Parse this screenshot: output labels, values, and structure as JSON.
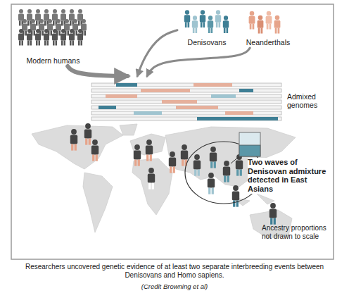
{
  "diagram": {
    "caption": "Researchers uncovered genetic evidence of at least two separate interbreeding events between Denisovans and Homo sapiens.",
    "nodes": [
      {
        "text": [
          "Modern humans"
        ]
      },
      {
        "text": [
          "Denisovans"
        ]
      },
      {
        "text": [
          "Neanderthals"
        ]
      },
      {
        "text": [
          "Admixed genomes"
        ]
      }
    ],
    "edges": [
      {
        "from": 0,
        "to": 3,
        "arrow": "to"
      },
      {
        "from": 1,
        "to": 3,
        "arrow": "to"
      },
      {
        "from": 2,
        "to": 3,
        "arrow": "to"
      }
    ],
    "labels": [
      "Two waves of Denisovan admixture detected in East Asians",
      "Ancestry proportions not drawn to scale",
      "(Credit Browning et al)"
    ]
  }
}
